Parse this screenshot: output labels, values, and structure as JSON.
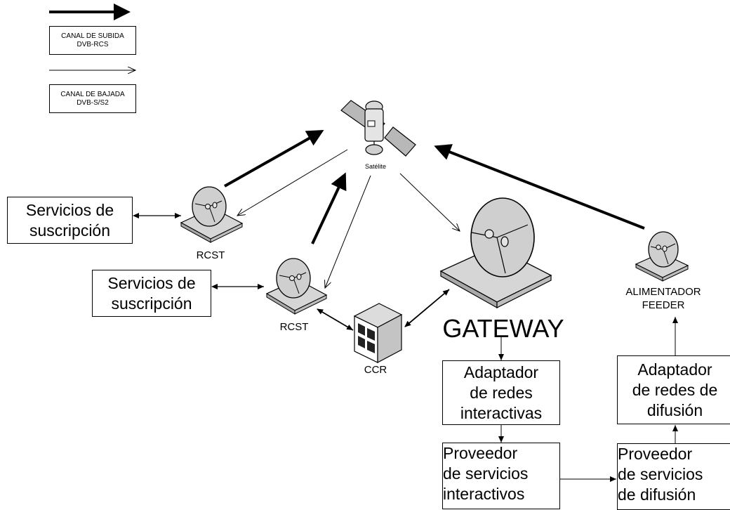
{
  "legend": {
    "uplink": {
      "line1": "CANAL DE SUBIDA",
      "line2": "DVB-RCS"
    },
    "downlink": {
      "line1": "CANAL DE BAJADA",
      "line2": "DVB-S/S2"
    }
  },
  "nodes": {
    "satellite": "Satélite",
    "rcst_top": "RCST",
    "rcst_bottom": "RCST",
    "ccr": "CCR",
    "gateway": "GATEWAY",
    "feeder": {
      "line1": "ALIMENTADOR",
      "line2": "FEEDER"
    }
  },
  "boxes": {
    "subs_top": {
      "line1": "Servicios de",
      "line2": "suscripción"
    },
    "subs_bottom": {
      "line1": "Servicios de",
      "line2": "suscripción"
    },
    "interactive_adapter": {
      "line1": "Adaptador",
      "line2": "de redes",
      "line3": "interactivas"
    },
    "broadcast_adapter": {
      "line1": "Adaptador",
      "line2": "de redes de",
      "line3": "difusión"
    },
    "interactive_provider": {
      "line1": "Proveedor",
      "line2": "de servicios",
      "line3": "interactivos"
    },
    "broadcast_provider": {
      "line1": "Proveedor",
      "line2": "de servicios",
      "line3": "de difusión"
    }
  }
}
